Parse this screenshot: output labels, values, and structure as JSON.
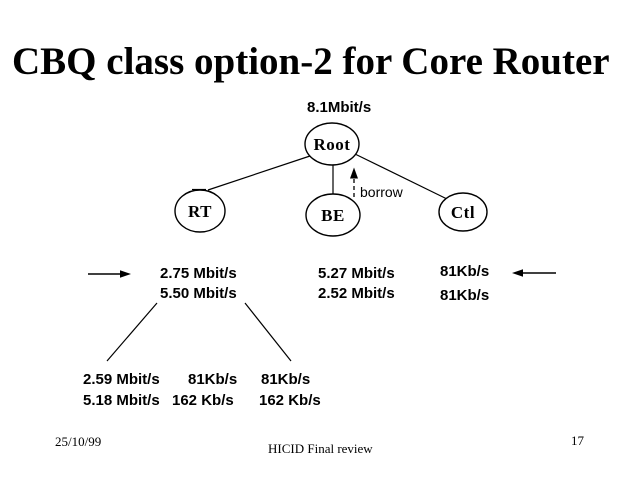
{
  "slide": {
    "title": "CBQ class option-2 for Core Router",
    "footer": {
      "date": "25/10/99",
      "center_text": "HICID Final review",
      "page_number": "17"
    }
  },
  "colors": {
    "ink": "#000000",
    "background": "#ffffff"
  },
  "diagram": {
    "type": "tree",
    "root": {
      "label": "Root",
      "rate_above": "8.1Mbit/s"
    },
    "borrow_annotation": "borrow",
    "classes": [
      {
        "label": "RT",
        "rates": [
          "2.75 Mbit/s",
          "5.50 Mbit/s"
        ]
      },
      {
        "label": "BE",
        "rates": [
          "5.27 Mbit/s",
          "2.52 Mbit/s"
        ]
      },
      {
        "label": "Ctl",
        "rates": [
          "81Kb/s",
          "81Kb/s"
        ]
      }
    ],
    "leaf_rows": [
      [
        "2.59 Mbit/s",
        "81Kb/s",
        "81Kb/s"
      ],
      [
        "5.18 Mbit/s",
        "162 Kb/s",
        "162 Kb/s"
      ]
    ]
  }
}
